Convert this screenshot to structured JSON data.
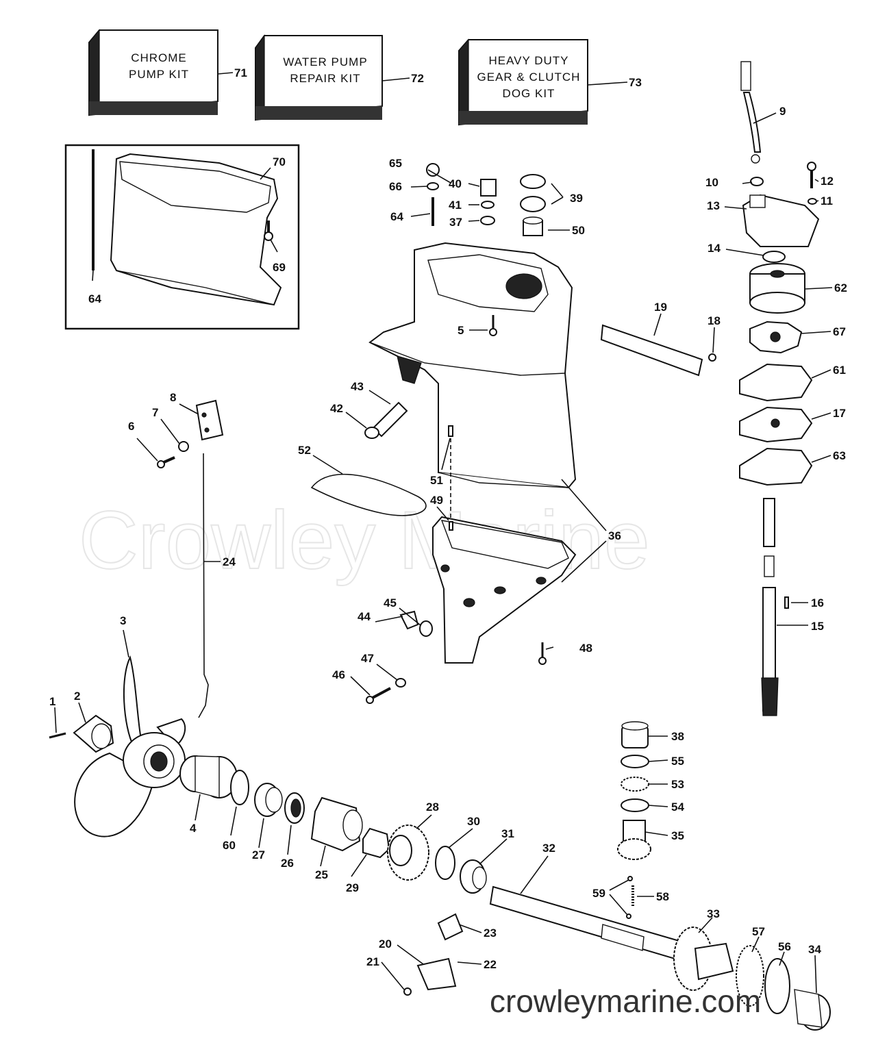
{
  "kits": [
    {
      "lines": [
        "CHROME",
        "PUMP KIT"
      ],
      "number": "71"
    },
    {
      "lines": [
        "WATER PUMP",
        "REPAIR KIT"
      ],
      "number": "72"
    },
    {
      "lines": [
        "HEAVY DUTY",
        "GEAR & CLUTCH",
        "DOG KIT"
      ],
      "number": "73"
    }
  ],
  "part_labels": [
    "1",
    "2",
    "3",
    "4",
    "5",
    "6",
    "7",
    "8",
    "9",
    "10",
    "11",
    "12",
    "13",
    "14",
    "15",
    "16",
    "17",
    "18",
    "19",
    "20",
    "21",
    "22",
    "23",
    "24",
    "25",
    "26",
    "27",
    "28",
    "29",
    "30",
    "31",
    "32",
    "33",
    "34",
    "35",
    "36",
    "37",
    "38",
    "39",
    "40",
    "41",
    "42",
    "43",
    "44",
    "45",
    "46",
    "47",
    "48",
    "49",
    "50",
    "51",
    "52",
    "53",
    "54",
    "55",
    "56",
    "57",
    "58",
    "59",
    "60",
    "61",
    "62",
    "63",
    "64",
    "65",
    "66",
    "67",
    "69",
    "70"
  ],
  "watermark": "Crowley Marine",
  "footer_watermark": "crowleymarine.com"
}
